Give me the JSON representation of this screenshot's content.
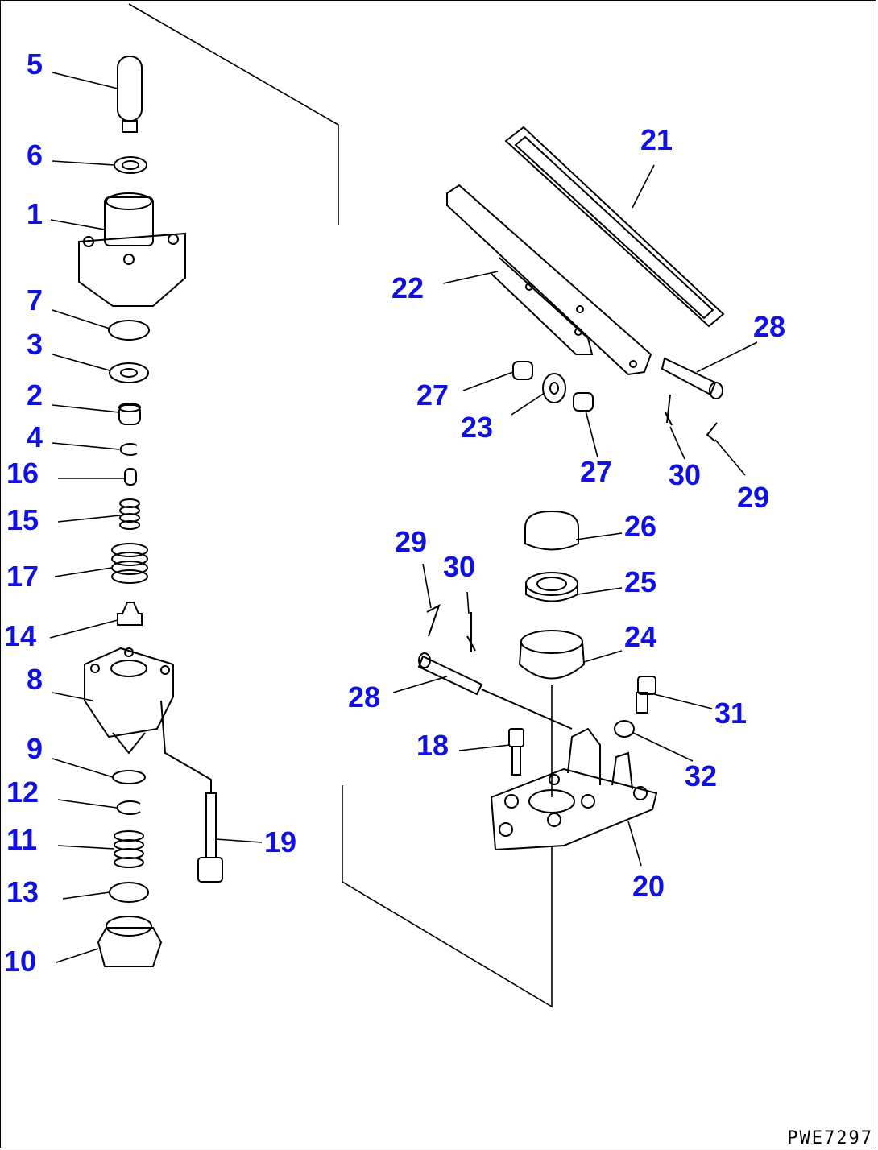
{
  "drawing_code": "PWE7297",
  "callouts": [
    "5",
    "6",
    "1",
    "7",
    "3",
    "2",
    "4",
    "16",
    "15",
    "17",
    "14",
    "8",
    "9",
    "12",
    "11",
    "13",
    "10",
    "19",
    "21",
    "22",
    "28",
    "27",
    "23",
    "27",
    "30",
    "29",
    "26",
    "25",
    "29",
    "30",
    "24",
    "28",
    "31",
    "18",
    "32",
    "20"
  ]
}
